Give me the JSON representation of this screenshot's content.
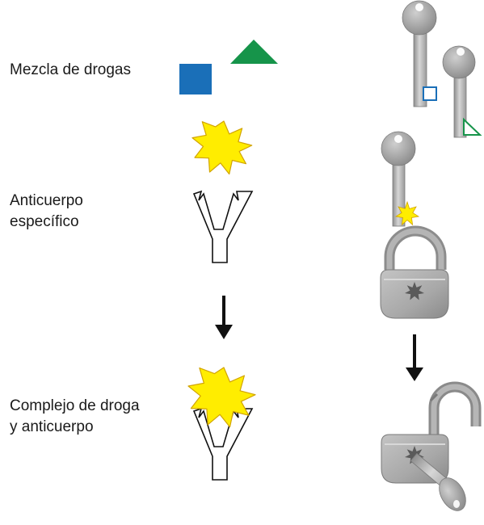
{
  "labels": {
    "drug_mix": "Mezcla de drogas",
    "specific_antibody": {
      "line1": "Anticuerpo",
      "line2": "específico"
    },
    "drug_antibody_complex": {
      "line1": "Complejo de droga",
      "line2": "y anticuerpo"
    }
  },
  "colors": {
    "square_drug": "#1a6fb8",
    "triangle_drug": "#16944a",
    "star_drug": "#ffed00",
    "star_outline": "#d2a400",
    "key_metal": "#a8a8a8",
    "key_metal_light": "#d3d3d3",
    "lock_body": "#a6a6a6",
    "lock_shadow": "#6a6a6a",
    "arrow": "#111111",
    "antibody_outline": "#111111"
  },
  "icons": [
    "square-drug-icon",
    "triangle-drug-icon",
    "star-drug-icon",
    "antibody-icon",
    "key-icon",
    "padlock-icon",
    "open-padlock-icon",
    "down-arrow-icon"
  ]
}
